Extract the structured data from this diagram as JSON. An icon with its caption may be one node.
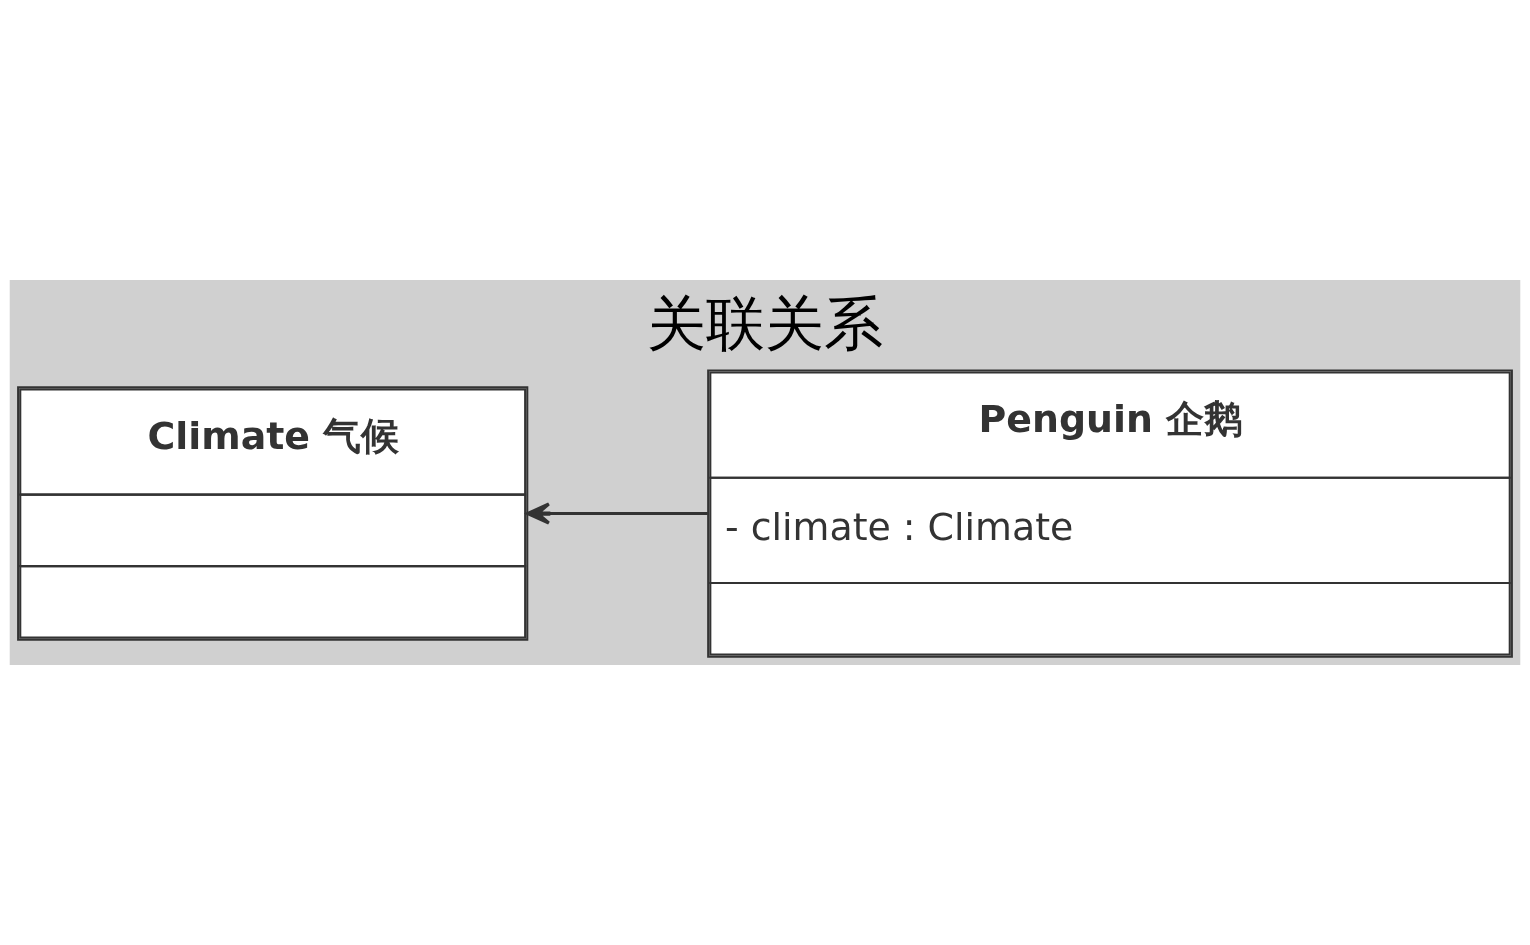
{
  "diagram": {
    "title": "关联关系",
    "nodes": [
      {
        "text": [
          "Penguin 企鹅",
          "- climate : Climate"
        ]
      },
      {
        "text": [
          "Climate 气候"
        ]
      }
    ],
    "edges": [
      {
        "from": 0,
        "to": 1,
        "arrow": "to"
      }
    ]
  }
}
